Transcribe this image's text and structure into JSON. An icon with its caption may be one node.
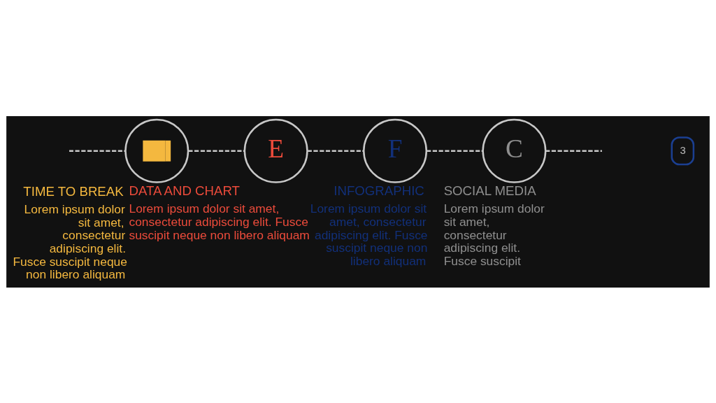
{
  "diagram": {
    "nodes": [
      {
        "text": [],
        "shape": "circle",
        "beside": [
          "TIME TO BREAK",
          "Lorem ipsum dolor sit amet, consectetur adipiscing elit. Fusce suscipit neque non libero aliquam"
        ]
      },
      {
        "text": [
          "E"
        ],
        "beside": [
          "DATA AND CHART",
          "Lorem ipsum dolor sit amet, consectetur adipiscing elit. Fusce suscipit neque non libero aliquam"
        ]
      },
      {
        "text": [
          "F"
        ],
        "beside": [
          "INFOGRAPHIC",
          "Lorem ipsum dolor sit amet, consectetur adipiscing elit. Fusce suscipit neque non libero aliquam"
        ]
      },
      {
        "text": [
          "C"
        ],
        "beside": [
          "SOCIAL MEDIA",
          "Lorem ipsum dolor sit amet, consectetur adipiscing elit. Fusce suscipit"
        ]
      }
    ],
    "edges": [
      {
        "from": null,
        "to": 0,
        "arrow": "none",
        "style": "dashed"
      },
      {
        "from": 0,
        "to": 1,
        "arrow": "none",
        "style": "dashed"
      },
      {
        "from": 1,
        "to": 2,
        "arrow": "none",
        "style": "dashed"
      },
      {
        "from": 2,
        "to": 3,
        "arrow": "none",
        "style": "dashed"
      },
      {
        "from": 3,
        "to": null,
        "arrow": "none",
        "style": "dashed"
      }
    ],
    "labels": [
      "3"
    ]
  }
}
